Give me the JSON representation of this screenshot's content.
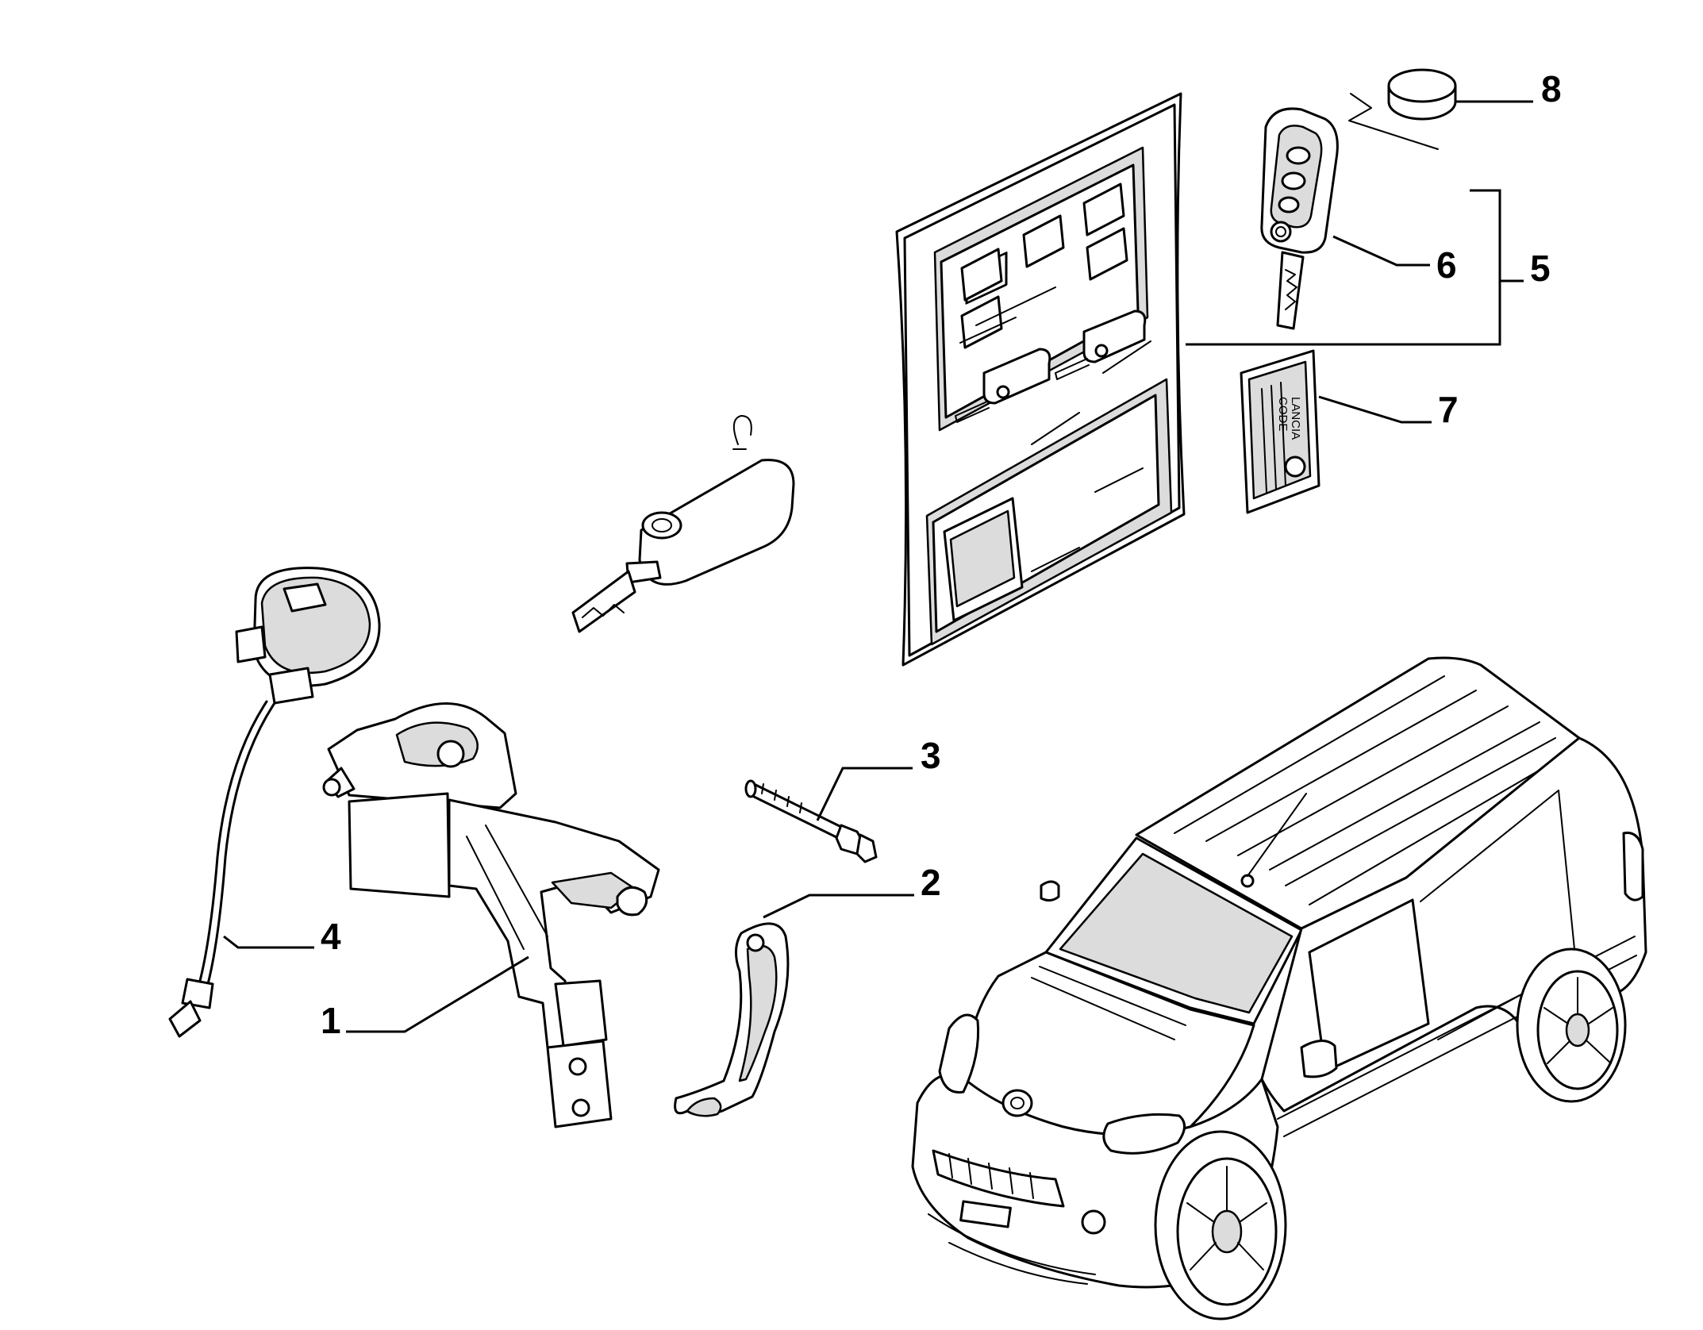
{
  "diagram": {
    "callouts": {
      "c1": "1",
      "c2": "2",
      "c3": "3",
      "c4": "4",
      "c5": "5",
      "c6": "6",
      "c7": "7",
      "c8": "8"
    },
    "code_card": {
      "line1": "LANCIA",
      "line2": "CODE"
    }
  }
}
